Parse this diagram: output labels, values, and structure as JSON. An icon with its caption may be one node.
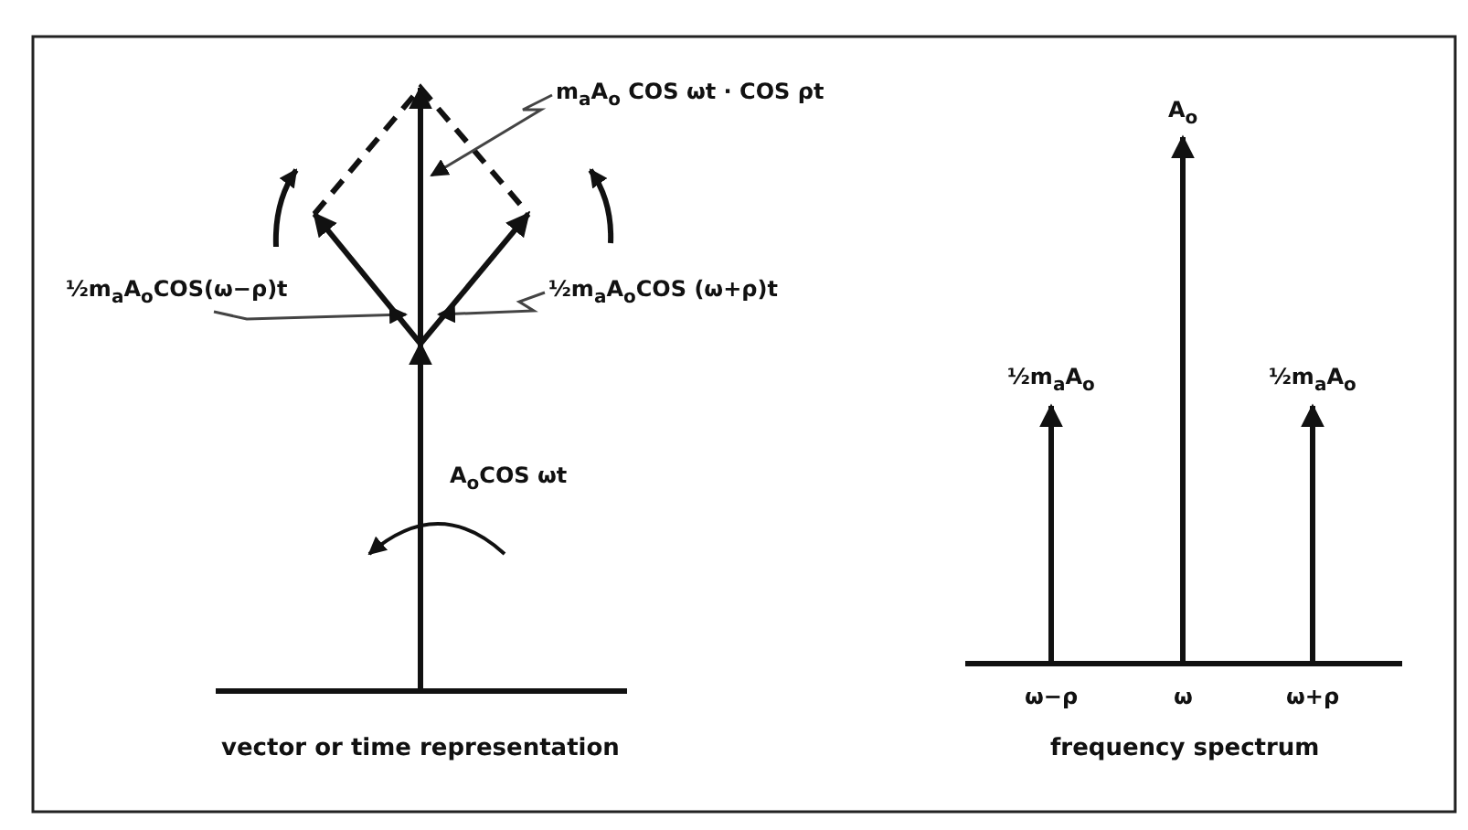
{
  "diagram": {
    "nodes": [
      {
        "text": [
          "m$_{a}$A$_{o}$ COS ωt · COS ρt"
        ]
      },
      {
        "text": [
          "½m$_{a}$A$_{o}$COS(ω−ρ)t"
        ]
      },
      {
        "text": [
          "½m$_{a}$A$_{o}$COS (ω+ρ)t"
        ]
      }
    ],
    "edges": [
      {
        "from": 0,
        "to": null,
        "arrow": "to"
      },
      {
        "from": 1,
        "to": null,
        "arrow": "to"
      },
      {
        "from": 2,
        "to": null,
        "arrow": "to"
      }
    ],
    "labels": [
      "A$_{o}$",
      "½m$_{a}$A$_{o}$",
      "½m$_{a}$A$_{o}$",
      "A$_{o}$COS ωt",
      "ω−ρ",
      "ω",
      "ω+ρ",
      "vector or time representation",
      "frequency spectrum"
    ]
  }
}
